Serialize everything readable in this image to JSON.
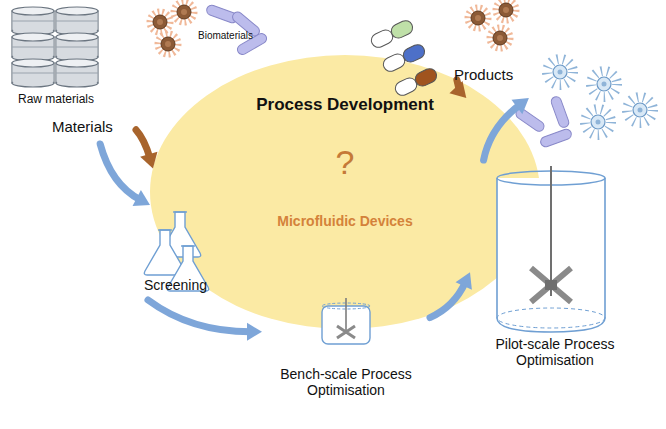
{
  "diagram": {
    "nodes": [
      {
        "text": [
          "Materials"
        ]
      },
      {
        "text": [
          "Process Development",
          "?",
          "Microfluidic Devices"
        ]
      },
      {
        "text": [
          "Products"
        ]
      },
      {
        "text": [
          "Screening"
        ]
      },
      {
        "text": [
          "Bench-scale Process Optimisation"
        ]
      },
      {
        "text": [
          "Pilot-scale Process Optimisation"
        ]
      }
    ],
    "edges": [
      {
        "from": 0,
        "to": 3,
        "arrow": "to"
      },
      {
        "from": 0,
        "to": 1,
        "arrow": "to"
      },
      {
        "from": 3,
        "to": 4,
        "arrow": "to"
      },
      {
        "from": 4,
        "to": 5,
        "arrow": "to"
      },
      {
        "from": 5,
        "to": 2,
        "arrow": "to"
      },
      {
        "from": 1,
        "to": 2,
        "arrow": "to"
      }
    ],
    "labels": [
      "Raw materials",
      "Biomaterials"
    ]
  }
}
